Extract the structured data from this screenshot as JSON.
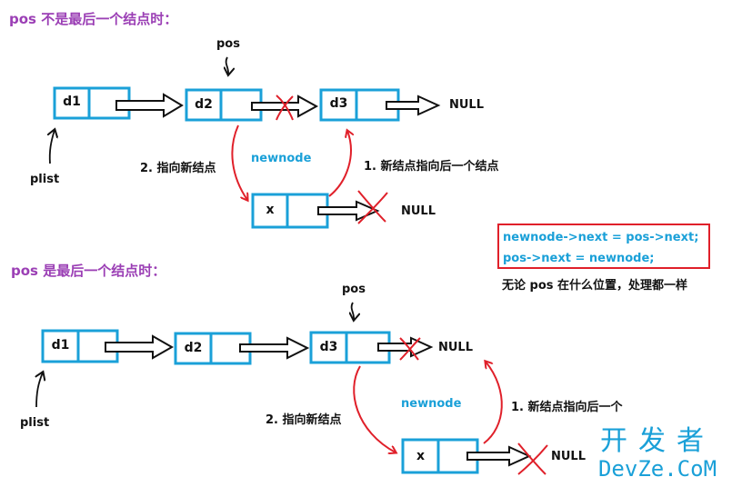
{
  "colors": {
    "title": "#9b3fb5",
    "box": "#1aa0d8",
    "arrow": "#111111",
    "red": "#e0202a",
    "accent": "#1aa0d8"
  },
  "top": {
    "title": "pos 不是最后一个结点时：",
    "pos_label": "pos",
    "plist_label": "plist",
    "nodes": [
      "d1",
      "d2",
      "d3"
    ],
    "null_label": "NULL",
    "newnode_label": "newnode",
    "new_value": "x",
    "new_null_label": "NULL",
    "step1": "1. 新结点指向后一个结点",
    "step2": "2. 指向新结点"
  },
  "bottom": {
    "title": "pos 是最后一个结点时：",
    "pos_label": "pos",
    "plist_label": "plist",
    "nodes": [
      "d1",
      "d2",
      "d3"
    ],
    "null_label": "NULL",
    "newnode_label": "newnode",
    "new_value": "x",
    "new_null_label": "NULL",
    "step1": "1. 新结点指向后一个",
    "step2": "2. 指向新结点"
  },
  "code": {
    "line1": "newnode->next = pos->next;",
    "line2": "pos->next = newnode;"
  },
  "note": "无论 pos 在什么位置，处理都一样",
  "watermark": {
    "line1": "开发者",
    "line2": "DevZe.CoM"
  }
}
